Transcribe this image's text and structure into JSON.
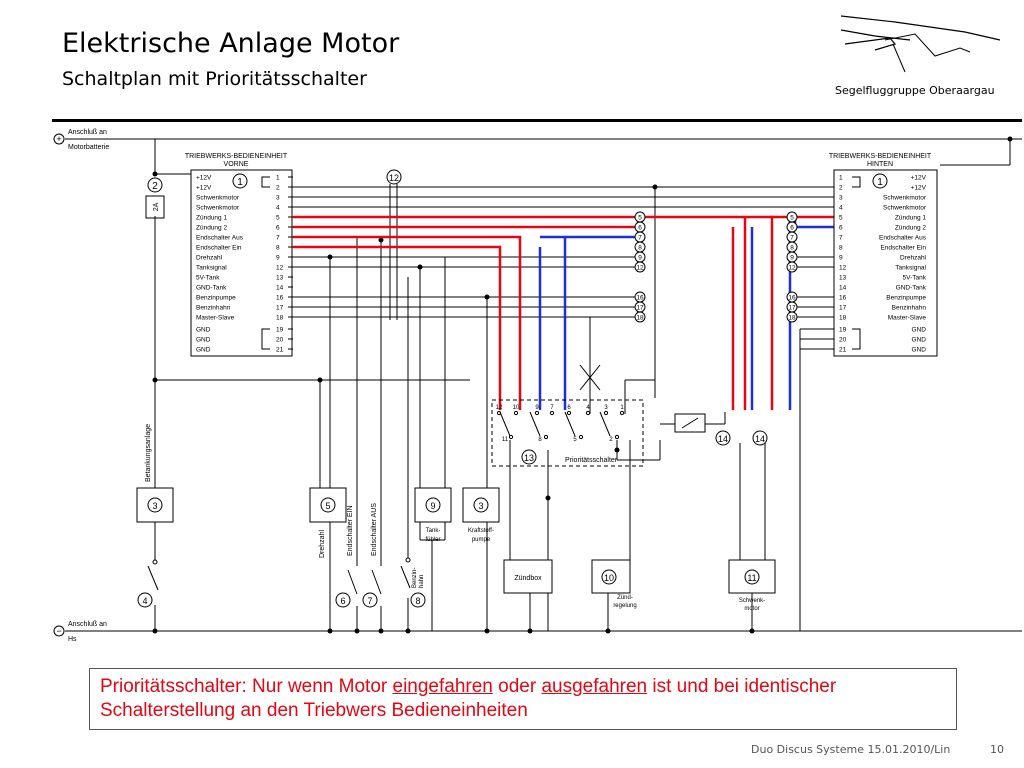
{
  "slide": {
    "title": "Elektrische Anlage Motor",
    "subtitle": "Schaltplan mit Prioritätsschalter",
    "organization": "Segelfluggruppe Oberaargau",
    "footer": "Duo Discus Systeme 15.01.2010/Lin",
    "page": "10"
  },
  "colors": {
    "red": "#e30613",
    "blue": "#1f2fd6",
    "wire": "#000000"
  },
  "rails": {
    "plus_label_1": "Anschluß an",
    "plus_label_2": "Motorbatterie",
    "minus_label_1": "Anschluß an",
    "minus_label_2": "Hs",
    "plus_symbol": "+",
    "minus_symbol": "−"
  },
  "front_unit": {
    "title_1": "TRIEBWERKS-BEDIENEINHEIT",
    "title_2": "VORNE",
    "badge": "1",
    "rows": [
      {
        "label": "+12V",
        "pin": "1"
      },
      {
        "label": "+12V",
        "pin": "2"
      },
      {
        "label": "Schwenkmotor",
        "pin": "3"
      },
      {
        "label": "Schwenkmotor",
        "pin": "4"
      },
      {
        "label": "Zündung 1",
        "pin": "5"
      },
      {
        "label": "Zündung 2",
        "pin": "6"
      },
      {
        "label": "Endschalter Aus",
        "pin": "7"
      },
      {
        "label": "Endschalter Ein",
        "pin": "8"
      },
      {
        "label": "Drehzahl",
        "pin": "9"
      },
      {
        "label": "Tanksignal",
        "pin": "12"
      },
      {
        "label": "5V-Tank",
        "pin": "13"
      },
      {
        "label": "GND-Tank",
        "pin": "14"
      },
      {
        "label": "Benzinpumpe",
        "pin": "16"
      },
      {
        "label": "Benzinhahn",
        "pin": "17"
      },
      {
        "label": "Master-Slave",
        "pin": "18"
      },
      {
        "label": "GND",
        "pin": "19"
      },
      {
        "label": "GND",
        "pin": "20"
      },
      {
        "label": "GND",
        "pin": "21"
      }
    ]
  },
  "rear_unit": {
    "title_1": "TRIEBWERKS-BEDIENEINHEIT",
    "title_2": "HINTEN",
    "badge": "1",
    "rows": [
      {
        "label": "+12V",
        "pin": "1"
      },
      {
        "label": "+12V",
        "pin": "2"
      },
      {
        "label": "Schwenkmotor",
        "pin": "3"
      },
      {
        "label": "Schwenkmotor",
        "pin": "4"
      },
      {
        "label": "Zündung 1",
        "pin": "5"
      },
      {
        "label": "Zündung 2",
        "pin": "6"
      },
      {
        "label": "Endschalter Aus",
        "pin": "7"
      },
      {
        "label": "Endschalter Ein",
        "pin": "8"
      },
      {
        "label": "Drehzahl",
        "pin": "9"
      },
      {
        "label": "Tanksignal",
        "pin": "12"
      },
      {
        "label": "5V-Tank",
        "pin": "13"
      },
      {
        "label": "GND-Tank",
        "pin": "14"
      },
      {
        "label": "Benzinpumpe",
        "pin": "16"
      },
      {
        "label": "Benzinhahn",
        "pin": "17"
      },
      {
        "label": "Master-Slave",
        "pin": "18"
      },
      {
        "label": "GND",
        "pin": "19"
      },
      {
        "label": "GND",
        "pin": "20"
      },
      {
        "label": "GND",
        "pin": "21"
      }
    ]
  },
  "wire_tags_left": [
    "5",
    "6",
    "7",
    "8",
    "9",
    "12",
    "16",
    "17",
    "18"
  ],
  "wire_tags_right": [
    "5",
    "6",
    "7",
    "8",
    "9",
    "12",
    "16",
    "17",
    "18"
  ],
  "fuse": {
    "badge": "2",
    "rating": "2A"
  },
  "connector": {
    "badge": "12"
  },
  "priority_switch": {
    "badge": "13",
    "label": "Prioritätsschalter",
    "pins_top": [
      "12",
      "10",
      "9",
      "7",
      "6",
      "4",
      "3",
      "1"
    ],
    "pins_bottom": [
      "11",
      "8",
      "5",
      "2"
    ]
  },
  "relays": {
    "badge": "14"
  },
  "components": {
    "battery_lamp": {
      "badge": "3",
      "label": "Betankungsanlage"
    },
    "main_switch": {
      "badge": "4"
    },
    "rpm": {
      "badge": "5",
      "label": "Drehzahl"
    },
    "endswitch_on": {
      "badge": "6",
      "label": "Endschalter EIN"
    },
    "endswitch_off": {
      "badge": "7",
      "label": "Endschalter AUS"
    },
    "fuel_cock": {
      "badge": "8",
      "label_1": "Benzin-",
      "label_2": "hahn"
    },
    "tank_sensor": {
      "badge": "9",
      "label_1": "Tank-",
      "label_2": "fühler"
    },
    "fuel_pump": {
      "badge": "3",
      "label_1": "Kraftstoff-",
      "label_2": "pumpe"
    },
    "ignition_box": {
      "label": "Zündbox"
    },
    "ignition_control": {
      "badge": "10",
      "label_1": "Zünd-",
      "label_2": "regelung"
    },
    "swivel_motor": {
      "badge": "11",
      "label_1": "Schwenk-",
      "label_2": "motor"
    }
  },
  "note": {
    "part1": "Prioritätsschalter: Nur wenn Motor ",
    "word1": "eingefahren",
    "part2": " oder ",
    "word2": "ausgefahren",
    "part3": " ist und bei identischer Schalterstellung an den Triebwers Bedieneinheiten"
  }
}
